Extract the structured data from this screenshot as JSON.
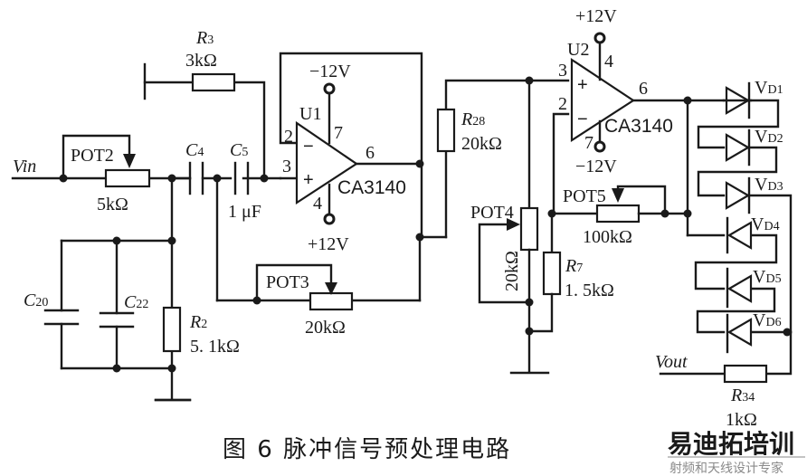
{
  "figure": {
    "caption": "图 6  脉冲信号预处理电路",
    "watermark": {
      "brand_part1": "易迪拓",
      "brand_part2": "培训",
      "tagline": "射频和天线设计专家",
      "color_red": "#e0505a",
      "color_blue": "#5a8fc8"
    }
  },
  "signals": {
    "input": "Vin",
    "output": "Vout"
  },
  "components": {
    "pot2": {
      "name": "POT2",
      "value": "5kΩ"
    },
    "r3": {
      "letter": "R",
      "index": "3",
      "value": "3kΩ"
    },
    "c4": {
      "letter": "C",
      "index": "4"
    },
    "c5": {
      "letter": "C",
      "index": "5",
      "value": "1 μF"
    },
    "c20": {
      "letter": "C",
      "index": "20"
    },
    "c22": {
      "letter": "C",
      "index": "22"
    },
    "r2": {
      "letter": "R",
      "index": "2",
      "value": "5. 1kΩ"
    },
    "pot3": {
      "name": "POT3",
      "value": "20kΩ"
    },
    "r28": {
      "letter": "R",
      "index": "28",
      "value": "20kΩ"
    },
    "pot4": {
      "name": "POT4",
      "value": "20kΩ"
    },
    "r7": {
      "letter": "R",
      "index": "7",
      "value": "1. 5kΩ"
    },
    "pot5": {
      "name": "POT5",
      "value": "100kΩ"
    },
    "r34": {
      "letter": "R",
      "index": "34",
      "value": "1kΩ"
    },
    "diodes": [
      {
        "letter": "V",
        "index": "D1"
      },
      {
        "letter": "V",
        "index": "D2"
      },
      {
        "letter": "V",
        "index": "D3"
      },
      {
        "letter": "V",
        "index": "D4"
      },
      {
        "letter": "V",
        "index": "D5"
      },
      {
        "letter": "V",
        "index": "D6"
      }
    ]
  },
  "opamps": {
    "u1": {
      "ref": "U1",
      "part": "CA3140",
      "pin_inv": "2",
      "pin_noninv": "3",
      "pin_out": "6",
      "pin_vneg": "7",
      "pin_vpos": "4",
      "minus": "−",
      "plus": "+",
      "supply_top": "−12V",
      "supply_bottom": "+12V"
    },
    "u2": {
      "ref": "U2",
      "part": "CA3140",
      "pin_noninv": "3",
      "pin_inv": "2",
      "pin_out": "6",
      "pin_vpos": "4",
      "pin_vneg": "7",
      "minus": "−",
      "plus": "+",
      "supply_top": "+12V",
      "supply_bottom": "−12V"
    }
  }
}
